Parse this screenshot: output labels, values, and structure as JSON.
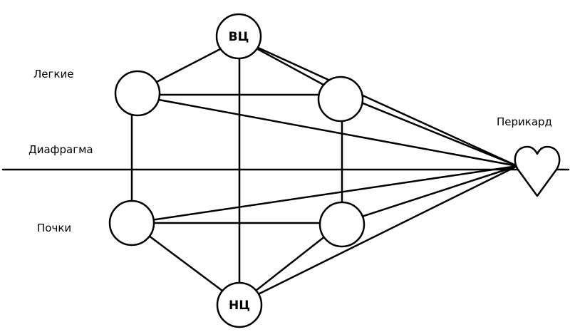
{
  "labels": {
    "lungs": "Легкие",
    "diaphragm": "Диафрагма",
    "kidneys": "Почки",
    "pericardium": "Перикард"
  },
  "nodes": {
    "upper_center": "ВЦ",
    "lower_center": "НЦ"
  },
  "colors": {
    "stroke": "#000000",
    "background": "#ffffff"
  },
  "icons": {
    "heart": "heart-icon"
  }
}
